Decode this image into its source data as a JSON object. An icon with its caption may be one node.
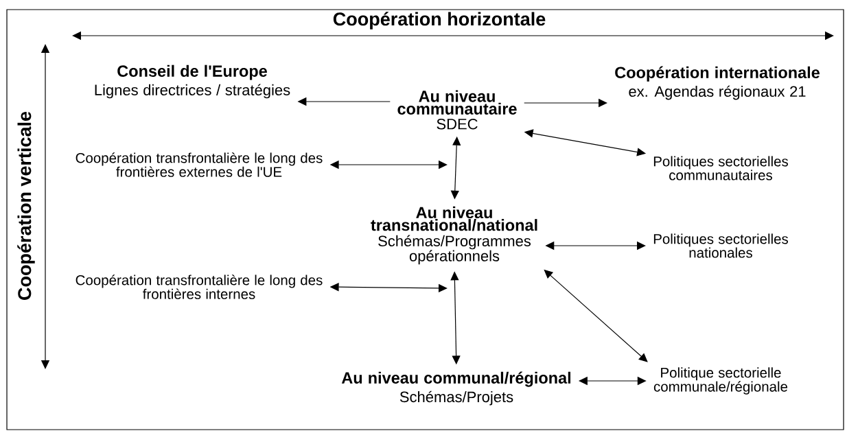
{
  "diagram": {
    "nodes": [
      {
        "text": [
          "Conseil de l'Europe",
          "Lignes directrices / stratégies"
        ]
      },
      {
        "text": [
          "Au niveau communautaire",
          "SDEC"
        ]
      },
      {
        "text": [
          "Coopération internationale",
          "ex. Agendas régionaux 21"
        ]
      },
      {
        "text": [
          "Coopération transfrontalière le long des frontières externes de l'UE"
        ]
      },
      {
        "text": [
          "Politiques sectorielles communautaires"
        ]
      },
      {
        "text": [
          "Au niveau transnational/national",
          "Schémas/Programmes opérationnels"
        ]
      },
      {
        "text": [
          "Politiques sectorielles nationales"
        ]
      },
      {
        "text": [
          "Coopération transfrontalière le long des frontières internes"
        ]
      },
      {
        "text": [
          "Au niveau communal/régional",
          "Schémas/Projets"
        ]
      },
      {
        "text": [
          "Politique sectorielle communale/régionale"
        ]
      }
    ],
    "edges": [
      {
        "from": 1,
        "to": 0,
        "arrow": "to"
      },
      {
        "from": 1,
        "to": 2,
        "arrow": "to"
      },
      {
        "from": 1,
        "to": 4,
        "arrow": "both"
      },
      {
        "from": 3,
        "to": null,
        "arrow": "both"
      },
      {
        "from": 1,
        "to": 5,
        "arrow": "both"
      },
      {
        "from": 5,
        "to": 6,
        "arrow": "both"
      },
      {
        "from": 5,
        "to": 9,
        "arrow": "both"
      },
      {
        "from": 7,
        "to": null,
        "arrow": "both"
      },
      {
        "from": 5,
        "to": 8,
        "arrow": "both"
      },
      {
        "from": 8,
        "to": 9,
        "arrow": "both"
      }
    ],
    "labels": [
      "Coopération horizontale",
      "Coopération verticale"
    ]
  }
}
